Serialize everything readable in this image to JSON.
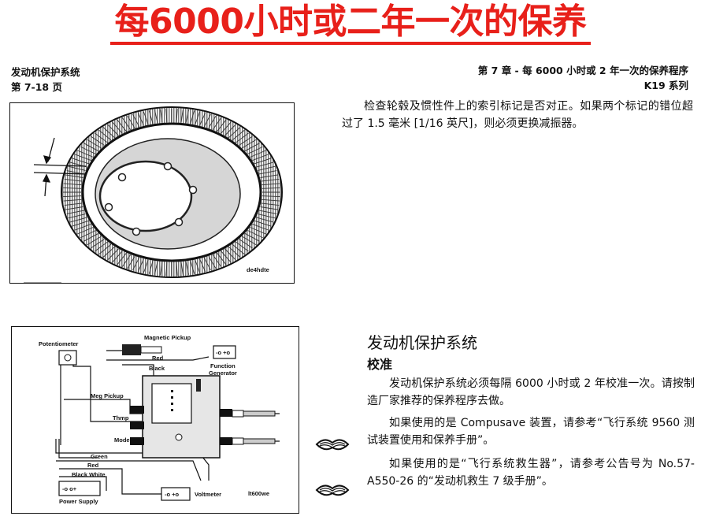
{
  "banner": {
    "title": "每6000小时或二年一次的保养"
  },
  "header": {
    "left_line1": "发动机保护系统",
    "left_line2": "第 7-18 页",
    "right_line1": "第 7 章 - 每 6000 小时或 2 年一次的保养程序",
    "right_line2": "K19 系列"
  },
  "figure1": {
    "code": "de4hdte"
  },
  "paragraph1": "检查轮毂及惯性件上的索引标记是否对正。如果两个标记的错位超过了 1.5 毫米 [1/16 英尺]，则必须更换减振器。",
  "figure2": {
    "code": "lt600we",
    "labels": {
      "potentiometer": "Potentiometer",
      "magnetic_pickup": "Magnetic Pickup",
      "red_top": "Red",
      "black_top": "Black",
      "function_generator_1": "Function",
      "function_generator_2": "Generator",
      "meg_pickup": "Meg Pickup",
      "thmp": "Thmp",
      "mode": "Mode",
      "green": "Green",
      "red_bottom": "Red",
      "black_white": "Black White",
      "voltmeter": "Voltmeter",
      "power_supply": "Power Supply"
    }
  },
  "section": {
    "title": "发动机保护系统",
    "subtitle": "校准",
    "p1": "发动机保护系统必须每隔 6000 小时或 2 年校准一次。请按制造厂家推荐的保养程序去做。",
    "p2": "如果使用的是 Compusave 装置，请参考“飞行系统 9560 测试装置使用和保养手册”。",
    "p3": "如果使用的是“飞行系统救生器”，请参考公告号为 No.57-A550-26 的“发动机救生 7 级手册”。"
  }
}
